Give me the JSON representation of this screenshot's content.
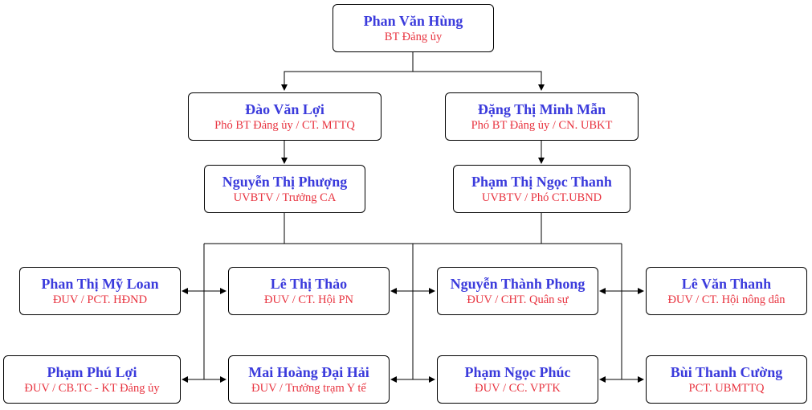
{
  "colors": {
    "name": "#3b3bdc",
    "role": "#e8333f",
    "line": "#000000",
    "box_border": "#000000"
  },
  "org_chart": {
    "root": {
      "name": "Phan Văn Hùng",
      "role": "BT Đảng ủy"
    },
    "deputy_left": {
      "name": "Đào Văn Lợi",
      "role": "Phó BT Đảng ủy / CT. MTTQ"
    },
    "deputy_right": {
      "name": "Đặng Thị Minh Mẫn",
      "role": "Phó BT Đảng ủy / CN. UBKT"
    },
    "standing_left": {
      "name": "Nguyễn Thị Phượng",
      "role": "UVBTV / Trưởng CA"
    },
    "standing_right": {
      "name": "Phạm Thị Ngọc Thanh",
      "role": "UVBTV / Phó CT.UBND"
    },
    "members": [
      {
        "name": "Phan Thị Mỹ Loan",
        "role": "ĐUV /  PCT. HĐND"
      },
      {
        "name": "Lê Thị Thảo",
        "role": "ĐUV / CT. Hội PN"
      },
      {
        "name": "Nguyễn Thành Phong",
        "role": "ĐUV / CHT. Quân sự"
      },
      {
        "name": "Lê Văn Thanh",
        "role": "ĐUV / CT. Hội nông dân"
      },
      {
        "name": "Phạm Phú Lợi",
        "role": "ĐUV / CB.TC - KT Đảng ủy"
      },
      {
        "name": "Mai Hoàng Đại Hải",
        "role": "ĐUV / Trưởng trạm Y tế"
      },
      {
        "name": "Phạm Ngọc Phúc",
        "role": "ĐUV / CC. VPTK"
      },
      {
        "name": "Bùi Thanh Cường",
        "role": "PCT. UBMTTQ"
      }
    ]
  }
}
